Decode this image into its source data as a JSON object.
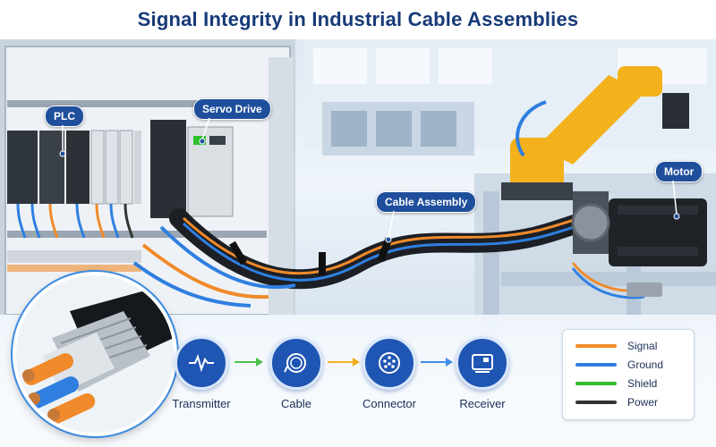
{
  "title": "Signal Integrity in Industrial Cable Assemblies",
  "callouts": {
    "plc": "PLC",
    "servo_drive": "Servo Drive",
    "cable_assembly": "Cable Assembly",
    "motor": "Motor"
  },
  "flow": [
    {
      "label": "Transmitter",
      "icon": "waveform-icon"
    },
    {
      "label": "Cable",
      "icon": "coiled-cable-icon"
    },
    {
      "label": "Connector",
      "icon": "circular-connector-icon"
    },
    {
      "label": "Receiver",
      "icon": "receiver-device-icon"
    }
  ],
  "flow_arrows": [
    "#4cc24c",
    "#f2b01e",
    "#3f8ee8"
  ],
  "legend": [
    {
      "label": "Signal",
      "color": "#f08a2a"
    },
    {
      "label": "Ground",
      "color": "#2f7fe0"
    },
    {
      "label": "Shield",
      "color": "#2fbf2f"
    },
    {
      "label": "Power",
      "color": "#333333"
    }
  ],
  "colors": {
    "title": "#163a78",
    "accent": "#1f55b3",
    "robot": "#f3b21c"
  }
}
